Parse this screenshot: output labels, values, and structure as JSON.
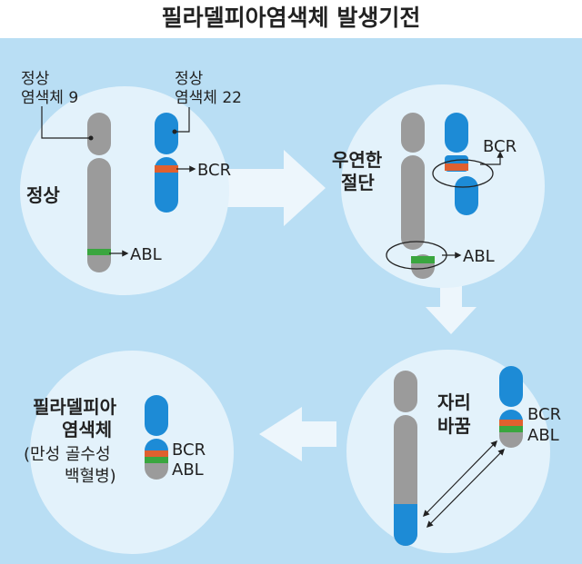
{
  "title": "필라델피아염색체 발생기전",
  "stage1": {
    "label": "정상",
    "chrom9_label_line1": "정상",
    "chrom9_label_line2": "염색체 9",
    "chrom22_label_line1": "정상",
    "chrom22_label_line2": "염색체 22",
    "bcr": "BCR",
    "abl": "ABL"
  },
  "stage2": {
    "label_line1": "우연한",
    "label_line2": "절단",
    "bcr": "BCR",
    "abl": "ABL"
  },
  "stage3": {
    "label_line1": "자리",
    "label_line2": "바꿈",
    "bcr": "BCR",
    "abl": "ABL"
  },
  "stage4": {
    "label_line1": "필라델피아",
    "label_line2": "염색체",
    "label_line3": "(만성 골수성",
    "label_line4": "백혈병)",
    "bcr": "BCR",
    "abl": "ABL"
  },
  "colors": {
    "background": "#b9def4",
    "circle": "#e3f2fb",
    "gray_chromosome": "#9b9b9b",
    "blue_chromosome": "#1d8bd6",
    "bcr_band": "#e0602f",
    "abl_band": "#3aa63f",
    "arrow": "#edf6fc"
  }
}
